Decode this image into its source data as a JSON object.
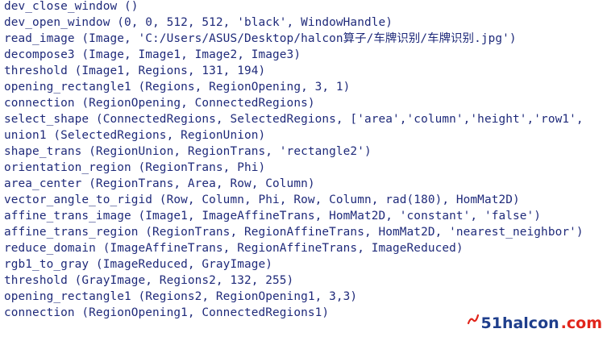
{
  "editor": {
    "lines": [
      "dev_close_window ()",
      "dev_open_window (0, 0, 512, 512, 'black', WindowHandle)",
      "read_image (Image, 'C:/Users/ASUS/Desktop/halcon算子/车牌识别/车牌识别.jpg')",
      "decompose3 (Image, Image1, Image2, Image3)",
      "threshold (Image1, Regions, 131, 194)",
      "opening_rectangle1 (Regions, RegionOpening, 3, 1)",
      "connection (RegionOpening, ConnectedRegions)",
      "select_shape (ConnectedRegions, SelectedRegions, ['area','column','height','row1',",
      "union1 (SelectedRegions, RegionUnion)",
      "shape_trans (RegionUnion, RegionTrans, 'rectangle2')",
      "orientation_region (RegionTrans, Phi)",
      "area_center (RegionTrans, Area, Row, Column)",
      "vector_angle_to_rigid (Row, Column, Phi, Row, Column, rad(180), HomMat2D)",
      "affine_trans_image (Image1, ImageAffineTrans, HomMat2D, 'constant', 'false')",
      "affine_trans_region (RegionTrans, RegionAffineTrans, HomMat2D, 'nearest_neighbor')",
      "reduce_domain (ImageAffineTrans, RegionAffineTrans, ImageReduced)",
      "rgb1_to_gray (ImageReduced, GrayImage)",
      "threshold (GrayImage, Regions2, 132, 255)",
      "opening_rectangle1 (Regions2, RegionOpening1, 3,3)",
      "connection (RegionOpening1, ConnectedRegions1)"
    ],
    "text_color": "#1f2a7a",
    "background": "#ffffff"
  },
  "watermark": {
    "text": "51halcon",
    "suffix": ".com",
    "icon": "signal-wave-icon",
    "color": "#1e3e8c",
    "accent": "#e1251b"
  }
}
